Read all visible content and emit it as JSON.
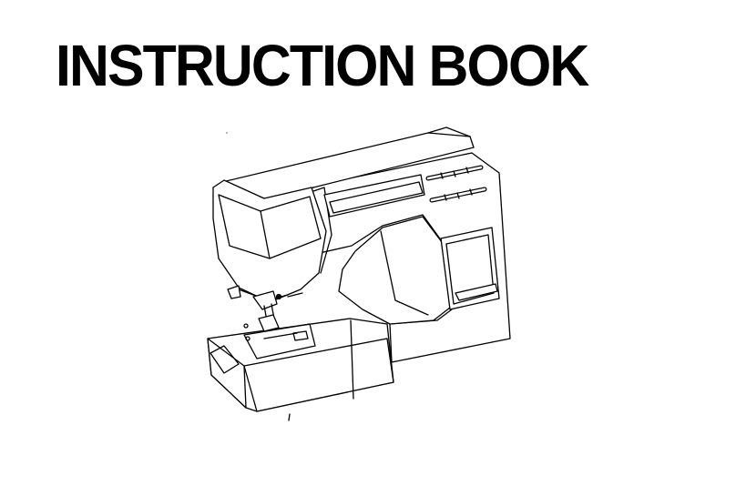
{
  "document": {
    "title": "INSTRUCTION BOOK"
  },
  "illustration": {
    "subject": "sewing-machine",
    "style": "line-drawing",
    "stroke_color": "#000000",
    "fill_color": "#ffffff"
  },
  "colors": {
    "background": "#ffffff",
    "text": "#000000"
  }
}
